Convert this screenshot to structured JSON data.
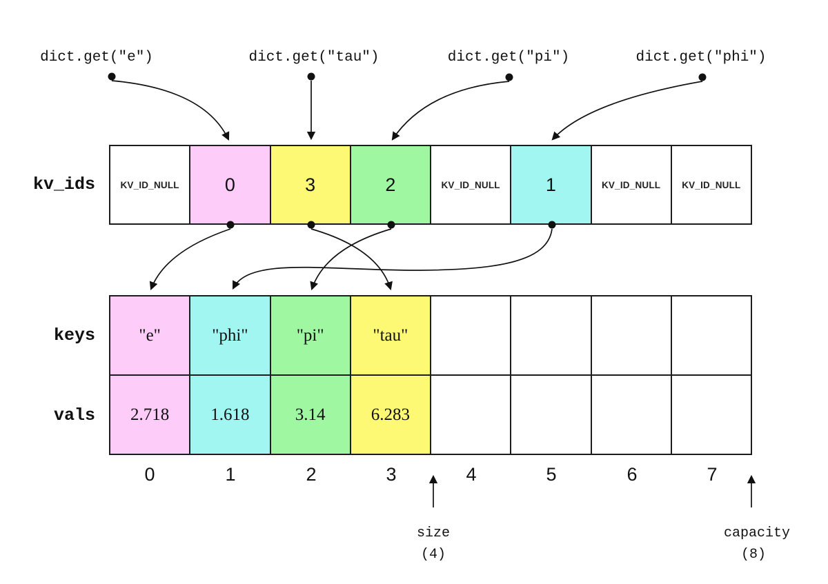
{
  "title": "hash table open-addressing diagram",
  "colors": {
    "pink": "#fdccf8",
    "cyan": "#a2f6f2",
    "green": "#9ff8a1",
    "yellow": "#fdf974",
    "white": "#ffffff",
    "line": "#111111"
  },
  "top_calls": [
    {
      "label": "dict.get(\"e\")"
    },
    {
      "label": "dict.get(\"tau\")"
    },
    {
      "label": "dict.get(\"pi\")"
    },
    {
      "label": "dict.get(\"phi\")"
    }
  ],
  "kv_ids": {
    "label": "kv_ids",
    "cells": [
      {
        "text": "KV_ID_NULL",
        "color": "white"
      },
      {
        "text": "0",
        "color": "pink"
      },
      {
        "text": "3",
        "color": "yellow"
      },
      {
        "text": "2",
        "color": "green"
      },
      {
        "text": "KV_ID_NULL",
        "color": "white"
      },
      {
        "text": "1",
        "color": "cyan"
      },
      {
        "text": "KV_ID_NULL",
        "color": "white"
      },
      {
        "text": "KV_ID_NULL",
        "color": "white"
      }
    ]
  },
  "keys": {
    "label": "keys",
    "cells": [
      {
        "text": "\"e\"",
        "color": "pink"
      },
      {
        "text": "\"phi\"",
        "color": "cyan"
      },
      {
        "text": "\"pi\"",
        "color": "green"
      },
      {
        "text": "\"tau\"",
        "color": "yellow"
      },
      {
        "text": "",
        "color": "white"
      },
      {
        "text": "",
        "color": "white"
      },
      {
        "text": "",
        "color": "white"
      },
      {
        "text": "",
        "color": "white"
      }
    ]
  },
  "vals": {
    "label": "vals",
    "cells": [
      {
        "text": "2.718",
        "color": "pink"
      },
      {
        "text": "1.618",
        "color": "cyan"
      },
      {
        "text": "3.14",
        "color": "green"
      },
      {
        "text": "6.283",
        "color": "yellow"
      },
      {
        "text": "",
        "color": "white"
      },
      {
        "text": "",
        "color": "white"
      },
      {
        "text": "",
        "color": "white"
      },
      {
        "text": "",
        "color": "white"
      }
    ]
  },
  "indices": [
    "0",
    "1",
    "2",
    "3",
    "4",
    "5",
    "6",
    "7"
  ],
  "size": {
    "label": "size",
    "value": "(4)"
  },
  "capacity": {
    "label": "capacity",
    "value": "(8)"
  }
}
